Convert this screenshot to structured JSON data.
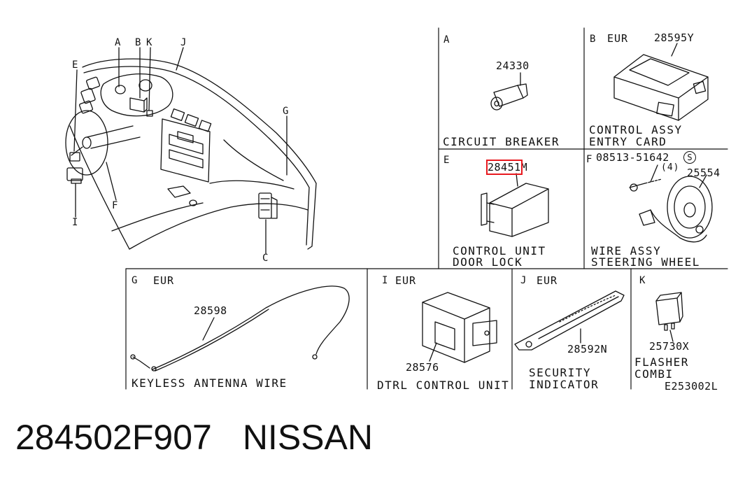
{
  "main_callouts": {
    "A": "A",
    "B": "B",
    "K": "K",
    "J": "J",
    "E": "E",
    "G": "G",
    "F": "F",
    "I": "I",
    "C": "C"
  },
  "panels": {
    "A": {
      "letter": "A",
      "part_no": "24330",
      "caption": [
        "CIRCUIT BREAKER"
      ]
    },
    "B": {
      "letter": "B",
      "region": "EUR",
      "part_no": "28595Y",
      "caption": [
        "CONTROL ASSY",
        "ENTRY CARD"
      ]
    },
    "E": {
      "letter": "E",
      "part_no_highlight": "28451",
      "part_no_suffix": "M",
      "caption": [
        "CONTROL UNIT",
        "DOOR LOCK"
      ]
    },
    "F": {
      "letter": "F",
      "bolt_no": "08513-51642",
      "bolt_symbol": "S",
      "qty": "(4)",
      "part_no": "25554",
      "caption": [
        "WIRE ASSY",
        "STEERING WHEEL"
      ]
    },
    "G": {
      "letter": "G",
      "region": "EUR",
      "part_no": "28598",
      "caption": [
        "KEYLESS ANTENNA WIRE"
      ]
    },
    "I": {
      "letter": "I",
      "region": "EUR",
      "part_no": "28576",
      "caption": [
        "DTRL CONTROL UNIT"
      ]
    },
    "J": {
      "letter": "J",
      "region": "EUR",
      "part_no": "28592N",
      "caption": [
        "SECURITY",
        "INDICATOR"
      ]
    },
    "K": {
      "letter": "K",
      "part_no": "25730X",
      "caption": [
        "FLASHER",
        "COMBI"
      ]
    }
  },
  "diagram_code": "E253002L",
  "footer": {
    "part_number": "284502F907",
    "brand": "NISSAN"
  },
  "colors": {
    "ink": "#111111",
    "highlight": "#e8191f",
    "background": "#ffffff"
  }
}
